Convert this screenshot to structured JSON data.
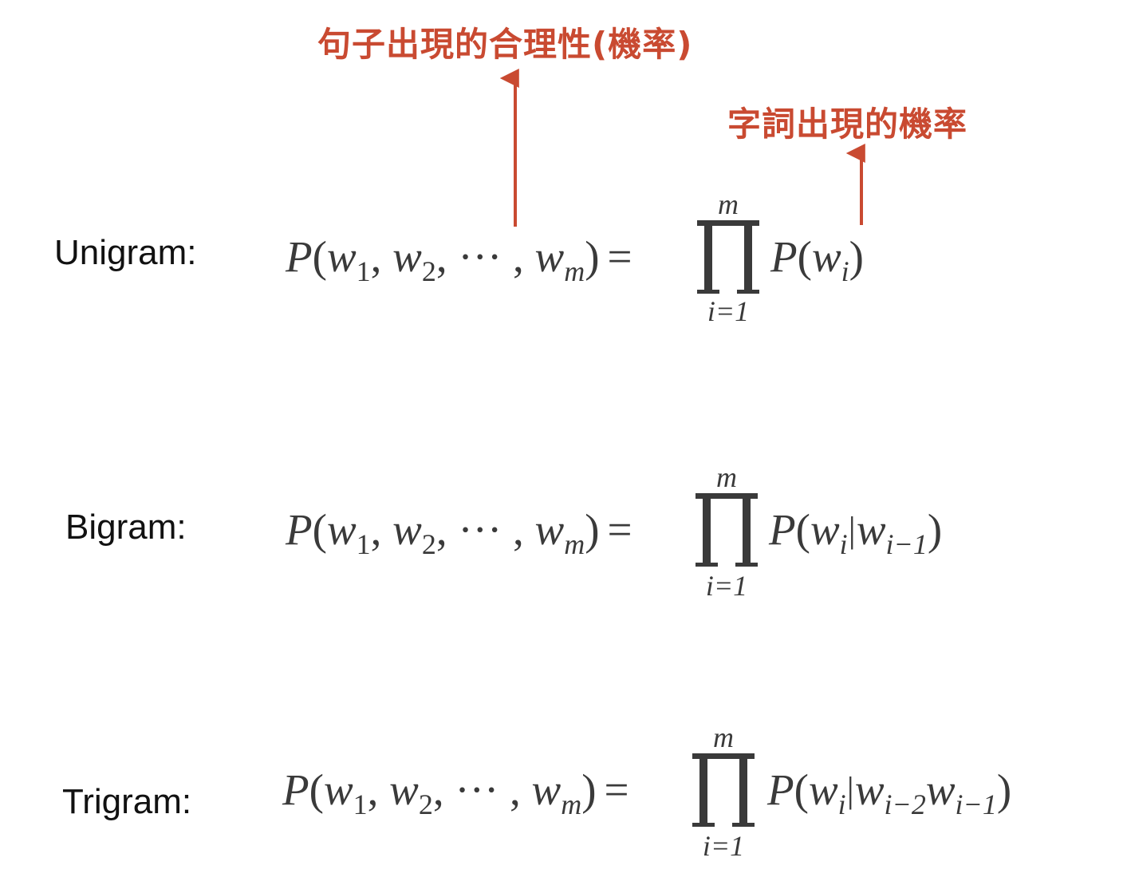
{
  "annotations": {
    "sentence_prob": "句子出現的合理性(機率)",
    "word_prob": "字詞出現的機率"
  },
  "colors": {
    "annotation": "#c94a31",
    "label": "#111111",
    "formula": "#3a3a3a"
  },
  "formula_common": {
    "P": "P",
    "open": "(",
    "close": ")",
    "w": "w",
    "sub1": "1",
    "sub2": "2",
    "subm": "m",
    "comma": ",",
    "dots": "···",
    "eq": "=",
    "upper": "m",
    "lower": "i=1"
  },
  "rows": [
    {
      "label": "Unigram:",
      "rhs": {
        "P": "P",
        "open": "(",
        "w": "w",
        "sub": "i",
        "close": ")"
      }
    },
    {
      "label": "Bigram:",
      "rhs": {
        "P": "P",
        "open": "(",
        "w": "w",
        "sub": "i",
        "bar": "|",
        "w2": "w",
        "sub2": "i−1",
        "close": ")"
      }
    },
    {
      "label": "Trigram:",
      "rhs": {
        "P": "P",
        "open": "(",
        "w": "w",
        "sub": "i",
        "bar": "|",
        "w2": "w",
        "sub2": "i−2",
        "w3": "w",
        "sub3": "i−1",
        "close": ")"
      }
    }
  ]
}
